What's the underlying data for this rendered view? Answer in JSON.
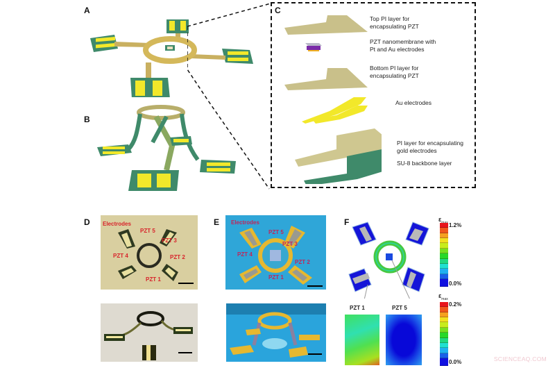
{
  "figure": {
    "panels": {
      "A": {
        "label": "A"
      },
      "B": {
        "label": "B"
      },
      "C": {
        "label": "C",
        "layers": [
          {
            "name": "Top PI layer for encapsulating PZT",
            "line1": "Top PI layer for",
            "line2": "encapsulating PZT",
            "color": "#c9c08a"
          },
          {
            "name": "PZT nanomembrane with Pt and Au electrodes",
            "line1": "PZT nanomembrane with",
            "line2": "Pt and Au electrodes",
            "color": "#7a2aa8"
          },
          {
            "name": "Bottom PI layer for encapsulating PZT",
            "line1": "Bottom PI layer for",
            "line2": "encapsulating PZT",
            "color": "#c9c08a"
          },
          {
            "name": "Au electrodes",
            "line1": "Au electrodes",
            "line2": "",
            "color": "#f2e82a"
          },
          {
            "name": "PI layer for encapsulating gold electrodes",
            "line1": "PI layer for encapsulating",
            "line2": "gold electrodes",
            "color": "#cfc790"
          },
          {
            "name": "SU-8 backbone layer",
            "line1": "SU-8 backbone layer",
            "line2": "",
            "color": "#3f8a6a"
          }
        ]
      },
      "D": {
        "label": "D",
        "annotations": {
          "electrodes": "Electrodes",
          "pzt1": "PZT 1",
          "pzt2": "PZT 2",
          "pzt3": "PZT 3",
          "pzt4": "PZT 4",
          "pzt5": "PZT 5"
        }
      },
      "E": {
        "label": "E",
        "annotations": {
          "electrodes": "Electrodes",
          "pzt1": "PZT 1",
          "pzt2": "PZT 2",
          "pzt3": "PZT 3",
          "pzt4": "PZT 4",
          "pzt5": "PZT 5"
        }
      },
      "F": {
        "label": "F",
        "colorbar_top": {
          "title": "ε",
          "subscript": "max",
          "max": "1.2%",
          "min": "0.0%"
        },
        "colorbar_bottom": {
          "title": "ε",
          "subscript": "max",
          "max": "0.2%",
          "min": "0.0%"
        },
        "insets": {
          "left": "PZT 1",
          "right": "PZT 5"
        }
      }
    },
    "colorbar_colors": [
      "#e8141c",
      "#f0561c",
      "#f5a020",
      "#f2e020",
      "#c8ec1c",
      "#78e020",
      "#28d828",
      "#20d880",
      "#20e0d0",
      "#20b0f0",
      "#1a60e8",
      "#1010e0"
    ],
    "watermark": "SCIENCEAQ.COM"
  }
}
